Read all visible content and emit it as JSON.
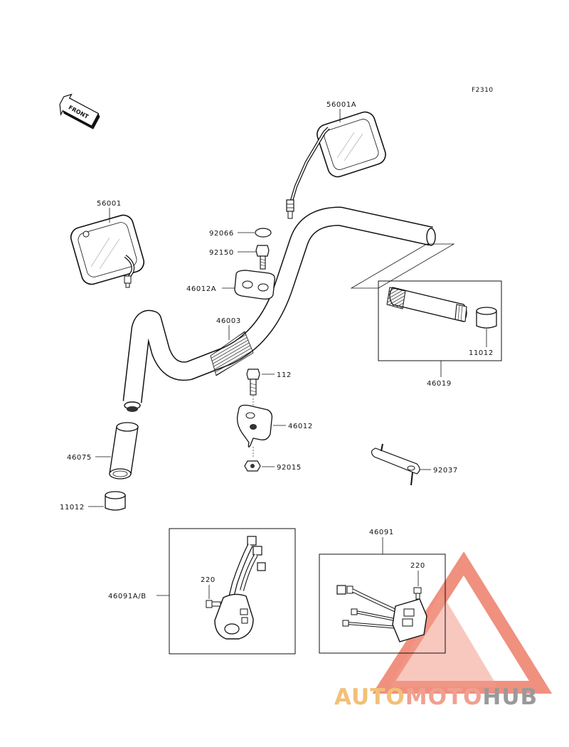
{
  "figure_code": "F2310",
  "front_marker": "FRONT",
  "parts": {
    "mirror_right": "56001A",
    "mirror_left": "56001",
    "cap": "92066",
    "bolt_upper": "92150",
    "holder_upper": "46012A",
    "handlebar": "46003",
    "throttle_grip": "46019",
    "grip_end_right": "11012",
    "bolt_lower": "112",
    "holder_lower": "46012",
    "nut": "92015",
    "grip_left": "46075",
    "grip_end_left": "11012",
    "bracket": "92037",
    "switch_left": "46091A/B",
    "screw_left": "220",
    "switch_right": "46091",
    "screw_right": "220"
  },
  "watermark": {
    "part1": "AUTO",
    "part2": "MOTO",
    "part3": "HUB",
    "color1": "#f2c078",
    "color2": "#f0a090",
    "color3": "#9a9a9a",
    "logo_color": "#e8503a"
  }
}
